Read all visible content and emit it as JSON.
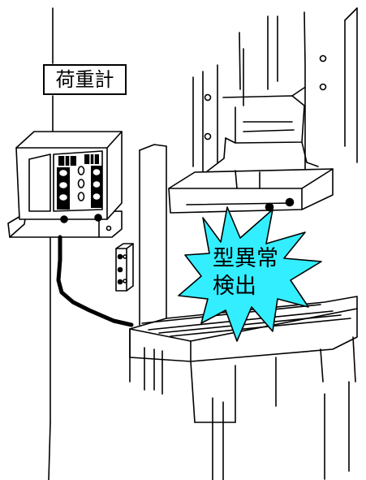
{
  "labels": {
    "load_meter": "荷重計",
    "burst_line1": "型異常",
    "burst_line2": "検出"
  },
  "colors": {
    "burst_fill": "#33eeff",
    "line": "#000000",
    "background": "#ffffff"
  },
  "icons": [
    "load-meter-device-icon",
    "sensor-block-icon",
    "press-machine-icon",
    "alert-burst-icon"
  ]
}
